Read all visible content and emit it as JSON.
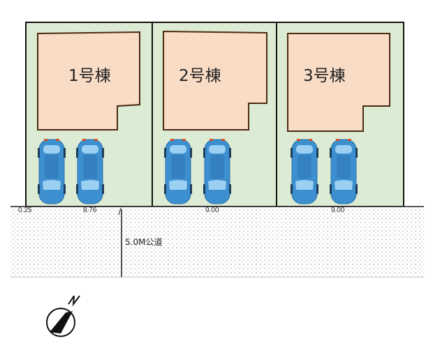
{
  "colors": {
    "lot": "#dcebd3",
    "house": "#f9dcc6",
    "house_border": "#4a2a10",
    "car": "#3d8fd0",
    "car_window": "#9cd0f2"
  },
  "houses": [
    {
      "label": "1号棟"
    },
    {
      "label": "2号棟"
    },
    {
      "label": "3号棟"
    }
  ],
  "frontage_labels": [
    "0.25",
    "8.76",
    "9.00",
    "9.00"
  ],
  "road": {
    "label": "5.0M公道"
  },
  "compass": {
    "label": "N",
    "icon": "north-arrow-icon"
  }
}
